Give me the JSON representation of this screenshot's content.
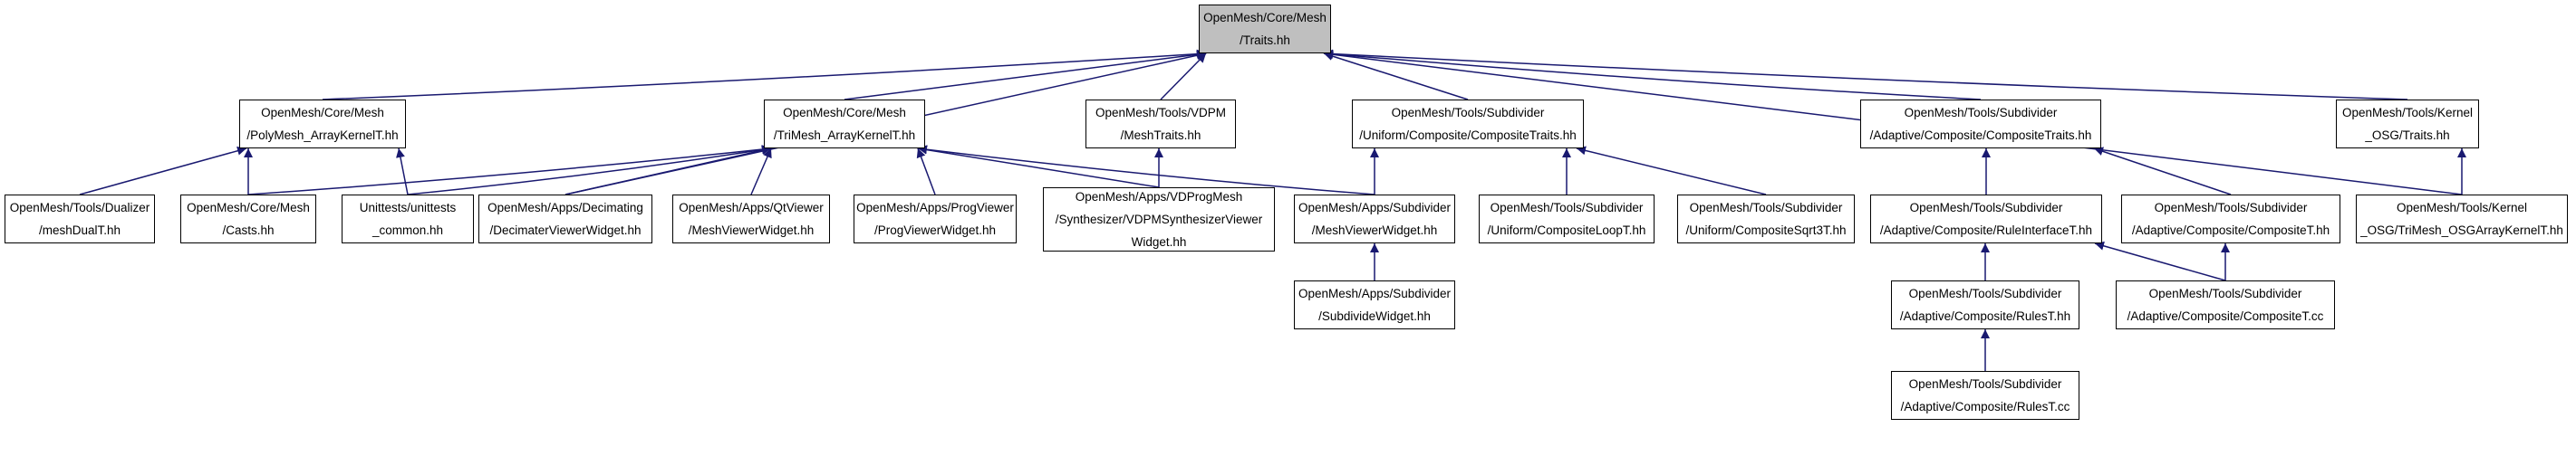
{
  "colors": {
    "edge": "#191970",
    "root_fill": "#bfbfbf",
    "node_fill": "#ffffff",
    "border": "#000000"
  },
  "nodes": {
    "traits": {
      "lines": [
        "OpenMesh/Core/Mesh",
        "/Traits.hh"
      ]
    },
    "polymesh": {
      "lines": [
        "OpenMesh/Core/Mesh",
        "/PolyMesh_ArrayKernelT.hh"
      ]
    },
    "trimesh": {
      "lines": [
        "OpenMesh/Core/Mesh",
        "/TriMesh_ArrayKernelT.hh"
      ]
    },
    "vdpm": {
      "lines": [
        "OpenMesh/Tools/VDPM",
        "/MeshTraits.hh"
      ]
    },
    "uni_ct": {
      "lines": [
        "OpenMesh/Tools/Subdivider",
        "/Uniform/Composite/CompositeTraits.hh"
      ]
    },
    "ada_ct": {
      "lines": [
        "OpenMesh/Tools/Subdivider",
        "/Adaptive/Composite/CompositeTraits.hh"
      ]
    },
    "kernel_osg": {
      "lines": [
        "OpenMesh/Tools/Kernel",
        "_OSG/Traits.hh"
      ]
    },
    "dualizer": {
      "lines": [
        "OpenMesh/Tools/Dualizer",
        "/meshDualT.hh"
      ]
    },
    "casts": {
      "lines": [
        "OpenMesh/Core/Mesh",
        "/Casts.hh"
      ]
    },
    "unittests": {
      "lines": [
        "Unittests/unittests",
        "_common.hh"
      ]
    },
    "decimating": {
      "lines": [
        "OpenMesh/Apps/Decimating",
        "/DecimaterViewerWidget.hh"
      ]
    },
    "qtviewer": {
      "lines": [
        "OpenMesh/Apps/QtViewer",
        "/MeshViewerWidget.hh"
      ]
    },
    "progviewer": {
      "lines": [
        "OpenMesh/Apps/ProgViewer",
        "/ProgViewerWidget.hh"
      ]
    },
    "vdprog": {
      "lines": [
        "OpenMesh/Apps/VDProgMesh",
        "/Synthesizer/VDPMSynthesizerViewer",
        "Widget.hh"
      ]
    },
    "app_subdiv": {
      "lines": [
        "OpenMesh/Apps/Subdivider",
        "/MeshViewerWidget.hh"
      ]
    },
    "loop": {
      "lines": [
        "OpenMesh/Tools/Subdivider",
        "/Uniform/CompositeLoopT.hh"
      ]
    },
    "sqrt3": {
      "lines": [
        "OpenMesh/Tools/Subdivider",
        "/Uniform/CompositeSqrt3T.hh"
      ]
    },
    "ruleif": {
      "lines": [
        "OpenMesh/Tools/Subdivider",
        "/Adaptive/Composite/RuleInterfaceT.hh"
      ]
    },
    "compT_hh": {
      "lines": [
        "OpenMesh/Tools/Subdivider",
        "/Adaptive/Composite/CompositeT.hh"
      ]
    },
    "trimesh_osg": {
      "lines": [
        "OpenMesh/Tools/Kernel",
        "_OSG/TriMesh_OSGArrayKernelT.hh"
      ]
    },
    "subdivwidget": {
      "lines": [
        "OpenMesh/Apps/Subdivider",
        "/SubdivideWidget.hh"
      ]
    },
    "rulesT_hh": {
      "lines": [
        "OpenMesh/Tools/Subdivider",
        "/Adaptive/Composite/RulesT.hh"
      ]
    },
    "compT_cc": {
      "lines": [
        "OpenMesh/Tools/Subdivider",
        "/Adaptive/Composite/CompositeT.cc"
      ]
    },
    "rulesT_cc": {
      "lines": [
        "OpenMesh/Tools/Subdivider",
        "/Adaptive/Composite/RulesT.cc"
      ]
    }
  },
  "edges": [
    [
      "polymesh",
      "traits"
    ],
    [
      "trimesh",
      "traits"
    ],
    [
      "vdpm",
      "traits"
    ],
    [
      "uni_ct",
      "traits"
    ],
    [
      "ada_ct",
      "traits"
    ],
    [
      "kernel_osg",
      "traits"
    ],
    [
      "decimating",
      "traits"
    ],
    [
      "trimesh_osg",
      "traits"
    ],
    [
      "dualizer",
      "polymesh"
    ],
    [
      "casts",
      "polymesh"
    ],
    [
      "unittests",
      "polymesh"
    ],
    [
      "casts",
      "trimesh"
    ],
    [
      "unittests",
      "trimesh"
    ],
    [
      "decimating",
      "trimesh"
    ],
    [
      "qtviewer",
      "trimesh"
    ],
    [
      "progviewer",
      "trimesh"
    ],
    [
      "vdprog",
      "trimesh"
    ],
    [
      "app_subdiv",
      "trimesh"
    ],
    [
      "vdprog",
      "vdpm"
    ],
    [
      "app_subdiv",
      "uni_ct"
    ],
    [
      "loop",
      "uni_ct"
    ],
    [
      "sqrt3",
      "uni_ct"
    ],
    [
      "ruleif",
      "ada_ct"
    ],
    [
      "compT_hh",
      "ada_ct"
    ],
    [
      "trimesh_osg",
      "kernel_osg"
    ],
    [
      "subdivwidget",
      "app_subdiv"
    ],
    [
      "rulesT_hh",
      "ruleif"
    ],
    [
      "compT_cc",
      "ruleif"
    ],
    [
      "compT_cc",
      "compT_hh"
    ],
    [
      "rulesT_cc",
      "rulesT_hh"
    ]
  ]
}
